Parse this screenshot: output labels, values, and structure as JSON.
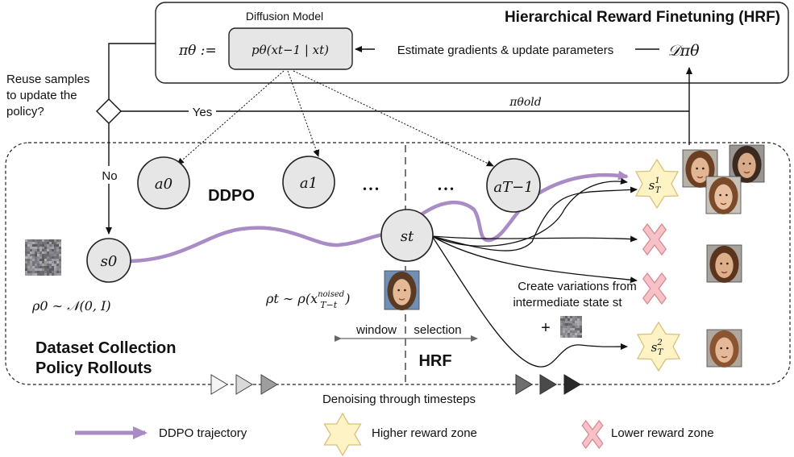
{
  "hrf_box": {
    "title": "Hierarchical Reward Finetuning (HRF)",
    "diffusion_label": "Diffusion Model",
    "policy_def": "πθ :=",
    "model_formula": "pθ(xt−1 | xt)",
    "update_label": "Estimate gradients & update parameters",
    "dataset_symbol": "𝒟πθ"
  },
  "decision": {
    "question_lines": [
      "Reuse samples",
      "to update the",
      "policy?"
    ],
    "yes_label": "Yes",
    "no_label": "No",
    "old_policy": "πθold"
  },
  "nodes": {
    "a0": "a0",
    "a1": "a1",
    "aT1": "aT−1",
    "s0": "s0",
    "st": "st",
    "dots": "• • •"
  },
  "labels": {
    "ddpo": "DDPO",
    "hrf": "HRF",
    "rho0": "ρ0 ∼ 𝒩(0, I)",
    "rhot": "ρt ∼ ρ(x",
    "rhot_sup": "noised",
    "rhot_sub": "T−t",
    "rhot_close": ")",
    "window": "window",
    "selection": "selection",
    "variations_line1": "Create variations from",
    "variations_line2": "intermediate state st",
    "plus": "+",
    "dataset_collection_line1": "Dataset Collection",
    "dataset_collection_line2": "Policy Rollouts",
    "denoising": "Denoising through timesteps",
    "sT1": "s",
    "sT2": "s"
  },
  "legend": {
    "trajectory": "DDPO trajectory",
    "higher": "Higher reward zone",
    "lower": "Lower reward zone"
  },
  "colors": {
    "trajectory": "#a98bc6",
    "star_fill": "#fdf3c4",
    "star_stroke": "#d8c27a",
    "x_fill": "#f6c2c7",
    "x_stroke": "#d98a93",
    "node_fill": "#e6e6e6"
  }
}
